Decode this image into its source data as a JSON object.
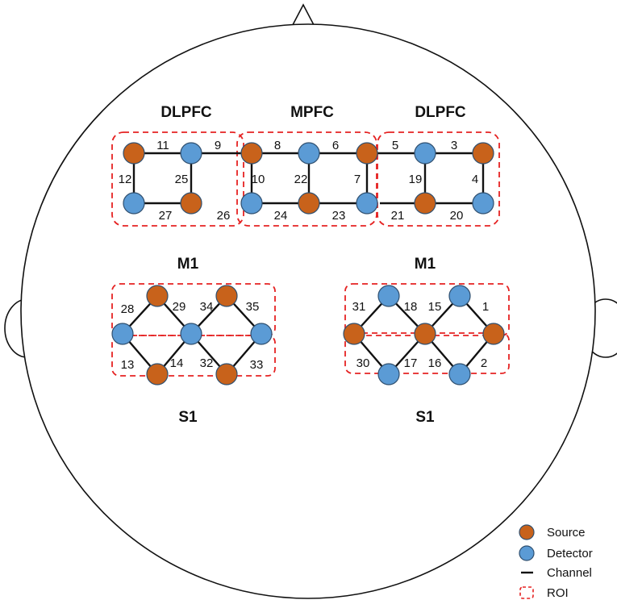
{
  "colors": {
    "source": "#C8621B",
    "detector": "#5B9BD5",
    "roi": "#E52222",
    "channel": "#111111"
  },
  "regions": {
    "dlpfc_left": "DLPFC",
    "mpfc": "MPFC",
    "dlpfc_right": "DLPFC",
    "m1_left": "M1",
    "m1_right": "M1",
    "s1_left": "S1",
    "s1_right": "S1"
  },
  "channels": {
    "c1": "1",
    "c2": "2",
    "c3": "3",
    "c4": "4",
    "c5": "5",
    "c6": "6",
    "c7": "7",
    "c8": "8",
    "c9": "9",
    "c10": "10",
    "c11": "11",
    "c12": "12",
    "c13": "13",
    "c14": "14",
    "c15": "15",
    "c16": "16",
    "c17": "17",
    "c18": "18",
    "c19": "19",
    "c20": "20",
    "c21": "21",
    "c22": "22",
    "c23": "23",
    "c24": "24",
    "c25": "25",
    "c26": "26",
    "c27": "27",
    "c28": "28",
    "c29": "29",
    "c30": "30",
    "c31": "31",
    "c32": "32",
    "c33": "33",
    "c34": "34",
    "c35": "35"
  },
  "legend": {
    "source": "Source",
    "detector": "Detector",
    "channel": "Channel",
    "roi": "ROI"
  }
}
